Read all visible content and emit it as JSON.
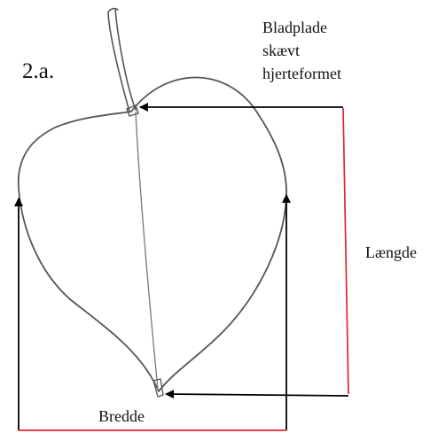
{
  "figure": {
    "number_label": "2.a.",
    "description_lines": [
      "Bladplade",
      "skævt",
      "hjerteformet"
    ],
    "length_label": "Længde",
    "width_label": "Bredde"
  },
  "colors": {
    "outline": "#555555",
    "arrow": "#000000",
    "length_measure_line": "#e0242e",
    "width_measure_line": "#e0242e"
  }
}
